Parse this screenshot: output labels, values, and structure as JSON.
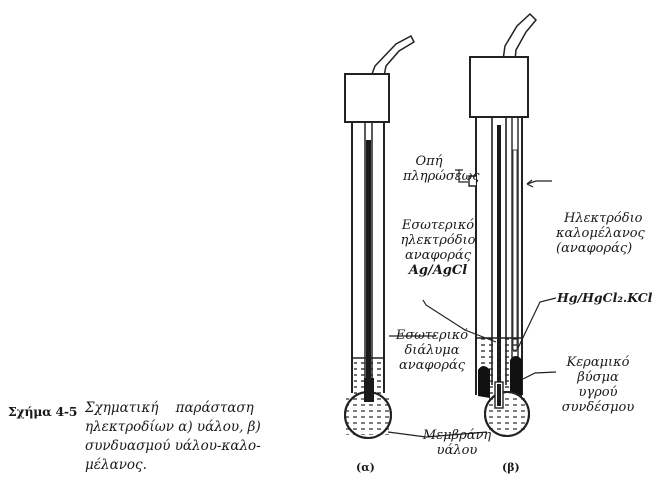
{
  "caption": {
    "number": "Σχήμα 4-5",
    "line1": "Σχηματική    παράσταση",
    "line2": "ηλεκτροδίων α) υάλου, β)",
    "line3": "συνδυασμού υάλου-καλο-",
    "line4": "μέλανος."
  },
  "labels": {
    "fill_hole_1": "Οπή",
    "fill_hole_2": "πληρώσεως",
    "inner_electrode_1": "Εσωτερικό",
    "inner_electrode_2": "ηλεκτρόδιο",
    "inner_electrode_3": "αναφοράς",
    "inner_electrode_4": "Ag/AgCl",
    "inner_solution_1": "Εσωτερικό",
    "inner_solution_2": "διάλυμα",
    "inner_solution_3": "αναφοράς",
    "membrane_1": "Μεμβράνη",
    "membrane_2": "υάλου",
    "calomel_1": "Ηλεκτρόδιο",
    "calomel_2": "καλομέλανος",
    "calomel_3": "(αναφοράς)",
    "hg_formula": "Hg/HgCl₂.KCl",
    "ceramic_1": "Κεραμικό",
    "ceramic_2": "βύσμα",
    "ceramic_3": "υγρού",
    "ceramic_4": "συνδέσμου",
    "sub_a": "(α)",
    "sub_b": "(β)"
  }
}
